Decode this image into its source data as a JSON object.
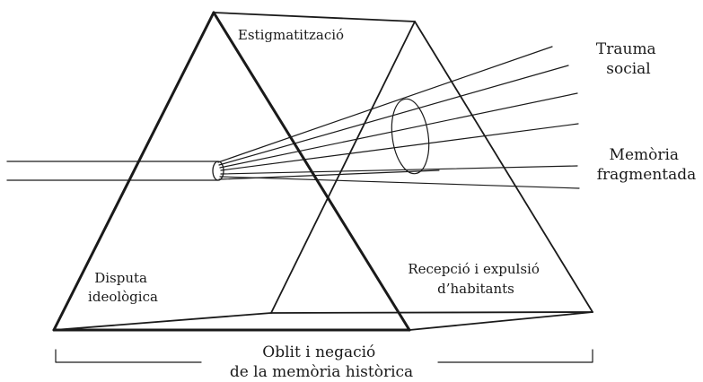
{
  "diagram": {
    "faces": {
      "top": "Estigmatització",
      "left_line1": "Disputa",
      "left_line2": "ideològica",
      "right_line1": "Recepció i expulsió",
      "right_line2": "d’habitants"
    },
    "outputs": {
      "upper_line1": "Trauma",
      "upper_line2": "social",
      "lower_line1": "Memòria",
      "lower_line2": "fragmentada"
    },
    "base": {
      "line1": "Oblit i negació",
      "line2": "de la memòria històrica"
    },
    "colors": {
      "stroke": "#1a1a1a",
      "background": "#ffffff"
    }
  }
}
